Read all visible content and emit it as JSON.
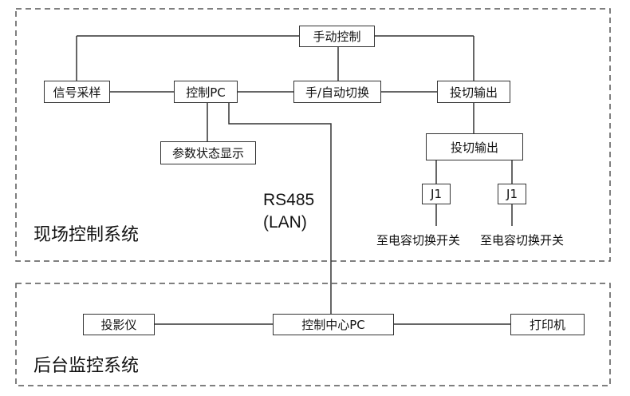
{
  "regions": {
    "field": {
      "label": "现场控制系统"
    },
    "backend": {
      "label": "后台监控系统"
    }
  },
  "nodes": {
    "manual_control": "手动控制",
    "signal_sampling": "信号采样",
    "control_pc": "控制PC",
    "auto_switch": "手/自动切换",
    "switch_output_top": "投切输出",
    "param_display": "参数状态显示",
    "switch_output_mid": "投切输出",
    "j1_left": "J1",
    "j1_right": "J1",
    "projector": "投影仪",
    "control_center_pc": "控制中心PC",
    "printer": "打印机"
  },
  "captions": {
    "cap_left": "至电容切换开关",
    "cap_right": "至电容切换开关"
  },
  "link": {
    "line1": "RS485",
    "line2": "(LAN)"
  }
}
